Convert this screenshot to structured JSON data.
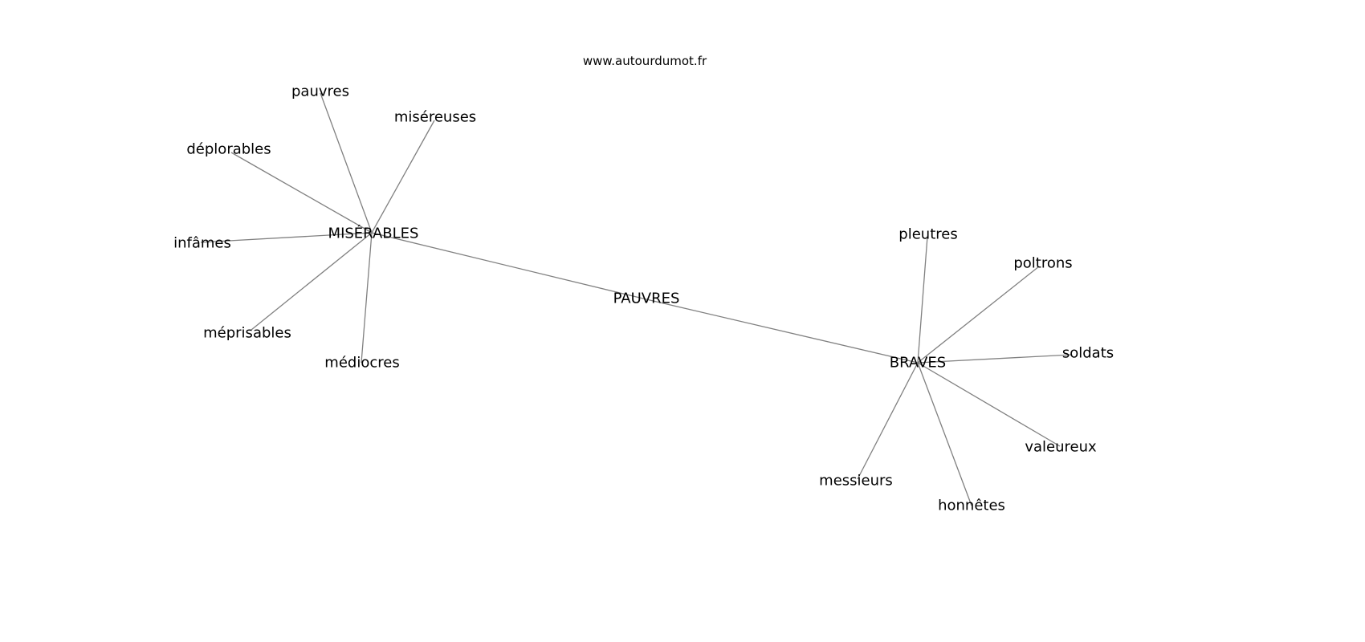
{
  "title": "www.autourdumot.fr",
  "nodes": {
    "pauvres_hub": "PAUVRES",
    "miserables": "MISÉRABLES",
    "braves": "BRAVES",
    "pauvres": "pauvres",
    "misereuses": "miséreuses",
    "deplorables": "déplorables",
    "infames": "infâmes",
    "meprisables": "méprisables",
    "mediocres": "médiocres",
    "pleutres": "pleutres",
    "poltrons": "poltrons",
    "soldats": "soldats",
    "valeureux": "valeureux",
    "messieurs": "messieurs",
    "honnetes": "honnêtes"
  },
  "edges": [
    [
      "pauvres_hub",
      "miserables"
    ],
    [
      "pauvres_hub",
      "braves"
    ],
    [
      "miserables",
      "pauvres"
    ],
    [
      "miserables",
      "misereuses"
    ],
    [
      "miserables",
      "deplorables"
    ],
    [
      "miserables",
      "infames"
    ],
    [
      "miserables",
      "meprisables"
    ],
    [
      "miserables",
      "mediocres"
    ],
    [
      "braves",
      "pleutres"
    ],
    [
      "braves",
      "poltrons"
    ],
    [
      "braves",
      "soldats"
    ],
    [
      "braves",
      "valeureux"
    ],
    [
      "braves",
      "messieurs"
    ],
    [
      "braves",
      "honnetes"
    ]
  ]
}
